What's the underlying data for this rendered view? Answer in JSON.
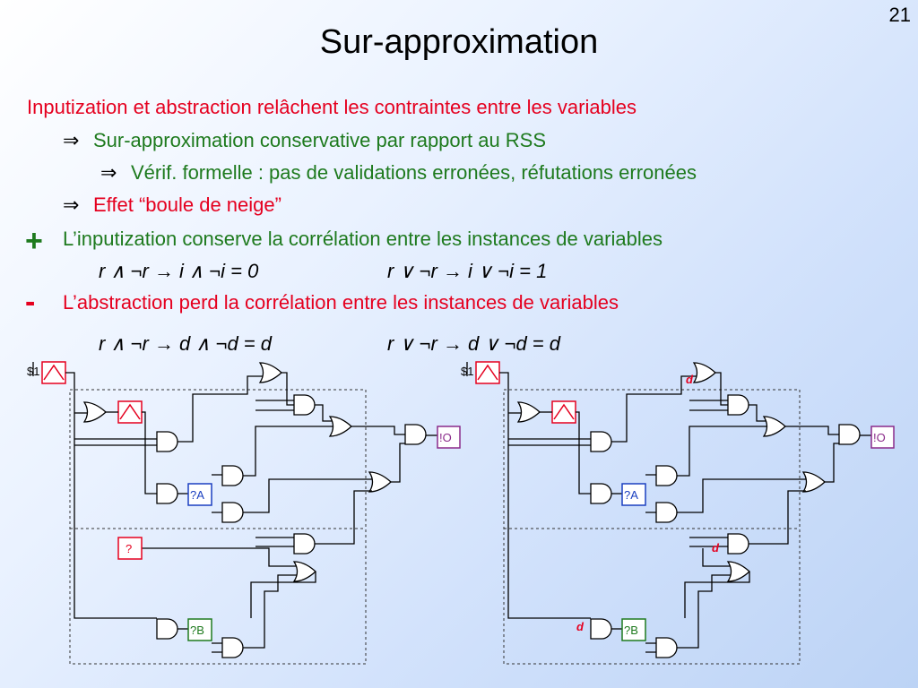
{
  "slide": {
    "number": "21",
    "title": "Sur-approximation"
  },
  "bullets": {
    "line1": "Inputization et abstraction relâchent les contraintes entre les variables",
    "line2": "Sur-approximation conservative par rapport au RSS",
    "line3": "Vérif. formelle : pas de validations erronées, réfutations erronées",
    "line4": "Effet “boule de neige”",
    "line5": "L’inputization conserve la corrélation entre les instances de variables",
    "line6a": "r ∧ ¬r  →  i ∧ ¬i  =  0",
    "line6b": "r ∨ ¬r  →  i ∨ ¬i  =  1",
    "line7": "L’abstraction perd la corrélation entre les instances de variables",
    "line8a": "r ∧ ¬r  →  d ∧ ¬d = d",
    "line8b": "r ∨ ¬r  → d ∨ ¬d = d"
  },
  "arrow_symbol": "⇒",
  "plus_symbol": "+",
  "minus_symbol": "-",
  "circuits": {
    "left": {
      "input_label": "$1",
      "output_label": "!O",
      "a_label": "?A",
      "b_label": "?B",
      "q_label": "?"
    },
    "right": {
      "input_label": "$1",
      "output_label": "!O",
      "a_label": "?A",
      "b_label": "?B",
      "d_label": "d"
    }
  },
  "colors": {
    "red": "#e5001f",
    "green": "#1e7a1e",
    "blue": "#1a3fc0",
    "purple": "#8a2a8a"
  }
}
